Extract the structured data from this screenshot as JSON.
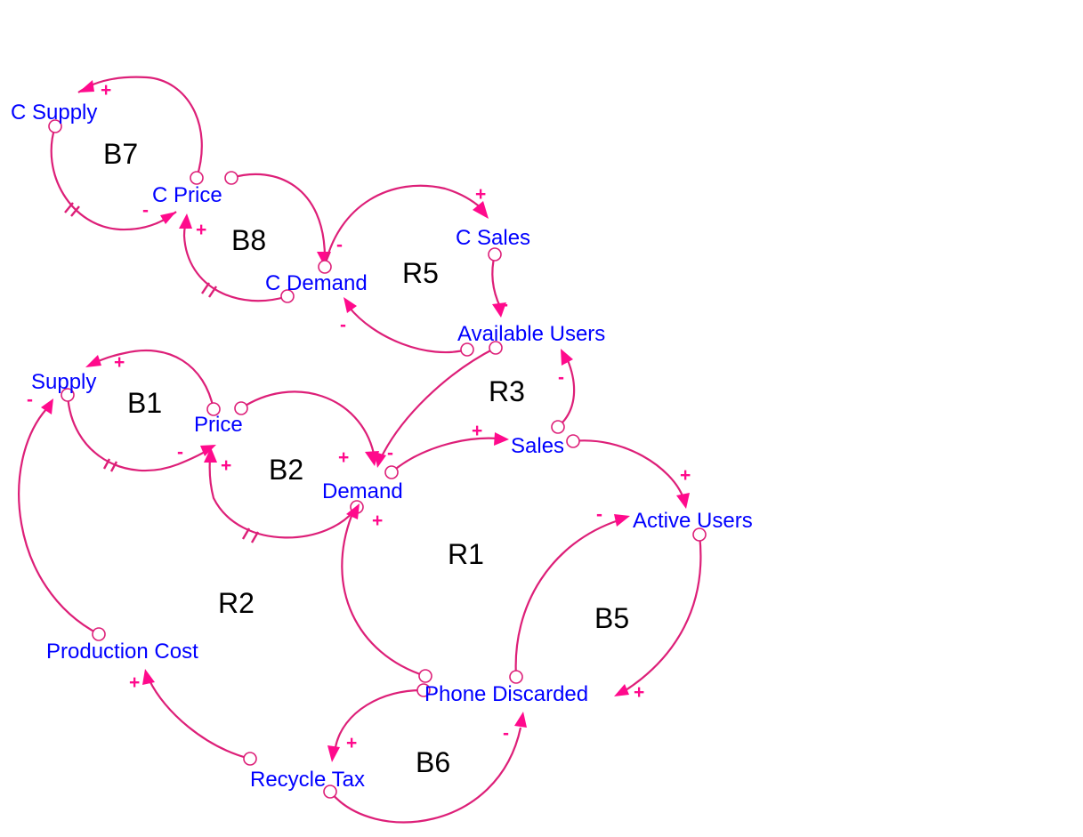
{
  "colors": {
    "variable_text": "#0000ff",
    "loop_text": "#000000",
    "arrow": "#dd1f78",
    "polarity": "#ff0a8c"
  },
  "variables": {
    "c_supply": "C Supply",
    "c_price": "C Price",
    "c_demand": "C Demand",
    "c_sales": "C Sales",
    "available_users": "Available Users",
    "supply": "Supply",
    "price": "Price",
    "demand": "Demand",
    "sales": "Sales",
    "active_users": "Active Users",
    "production_cost": "Production Cost",
    "phone_discarded": "Phone Discarded",
    "recycle_tax": "Recycle Tax"
  },
  "loops": {
    "b7": "B7",
    "b8": "B8",
    "r5": "R5",
    "b1": "B1",
    "b2": "B2",
    "r3": "R3",
    "r1": "R1",
    "r2": "R2",
    "b5": "B5",
    "b6": "B6"
  },
  "links": [
    {
      "from": "C Price",
      "to": "C Supply",
      "polarity": "+"
    },
    {
      "from": "C Supply",
      "to": "C Price",
      "polarity": "-",
      "delay": true
    },
    {
      "from": "C Price",
      "to": "C Demand",
      "polarity": "-"
    },
    {
      "from": "C Demand",
      "to": "C Price",
      "polarity": "+",
      "delay": true
    },
    {
      "from": "C Demand",
      "to": "C Sales",
      "polarity": "+"
    },
    {
      "from": "C Sales",
      "to": "Available Users",
      "polarity": "-"
    },
    {
      "from": "Available Users",
      "to": "C Demand",
      "polarity": "-"
    },
    {
      "from": "Price",
      "to": "Supply",
      "polarity": "+"
    },
    {
      "from": "Supply",
      "to": "Price",
      "polarity": "-",
      "delay": true
    },
    {
      "from": "Price",
      "to": "Demand",
      "polarity": "+"
    },
    {
      "from": "Demand",
      "to": "Price",
      "polarity": "+",
      "delay": true
    },
    {
      "from": "Available Users",
      "to": "Demand",
      "polarity": "-"
    },
    {
      "from": "Demand",
      "to": "Sales",
      "polarity": "+"
    },
    {
      "from": "Sales",
      "to": "Available Users",
      "polarity": "-"
    },
    {
      "from": "Sales",
      "to": "Active Users",
      "polarity": "+"
    },
    {
      "from": "Active Users",
      "to": "Phone Discarded",
      "polarity": "+"
    },
    {
      "from": "Phone Discarded",
      "to": "Active Users",
      "polarity": "-"
    },
    {
      "from": "Phone Discarded",
      "to": "Demand",
      "polarity": "+"
    },
    {
      "from": "Phone Discarded",
      "to": "Recycle Tax",
      "polarity": "+"
    },
    {
      "from": "Recycle Tax",
      "to": "Phone Discarded",
      "polarity": "-"
    },
    {
      "from": "Recycle Tax",
      "to": "Production Cost",
      "polarity": "+"
    },
    {
      "from": "Production Cost",
      "to": "Supply",
      "polarity": "-"
    }
  ]
}
